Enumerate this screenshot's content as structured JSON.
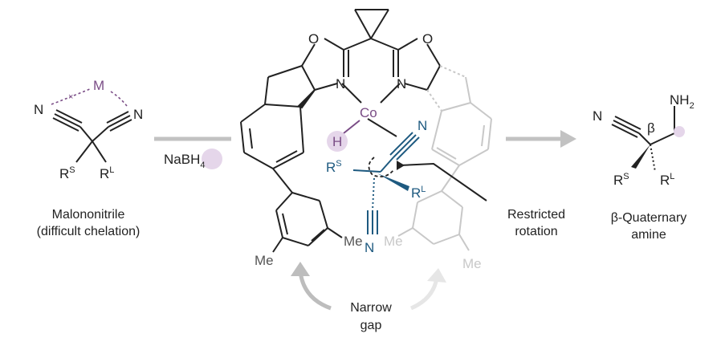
{
  "colors": {
    "ink": "#222222",
    "purple": "#7a4d86",
    "purple_soft": "#e5d6ea",
    "blue": "#1e5a80",
    "gray": "#8a8a8a",
    "light": "#c8c8c8",
    "arrow": "#bdbdbd"
  },
  "left": {
    "caption_line1": "Malononitrile",
    "caption_line2": "(difficult chelation)",
    "metal": "M",
    "n_atom": "N",
    "rs_base": "R",
    "rs_sup": "S",
    "rl_base": "R",
    "rl_sup": "L",
    "dotted_mark": "×"
  },
  "reagent": {
    "base": "NaBH",
    "sub": "4"
  },
  "center": {
    "oxygen": "O",
    "nitrogen": "N",
    "cobalt": "Co",
    "hydride": "H",
    "methyl": "Me",
    "rs_base": "R",
    "rs_sup": "S",
    "rl_base": "R",
    "rl_sup": "L",
    "restricted_line1": "Restricted",
    "restricted_line2": "rotation",
    "narrow_line1": "Narrow",
    "narrow_line2": "gap"
  },
  "right": {
    "nh2_base": "NH",
    "nh2_sub": "2",
    "n_atom": "N",
    "beta": "β",
    "rs_base": "R",
    "rs_sup": "S",
    "rl_base": "R",
    "rl_sup": "L",
    "caption_line1": "β-Quaternary",
    "caption_line2": "amine"
  }
}
